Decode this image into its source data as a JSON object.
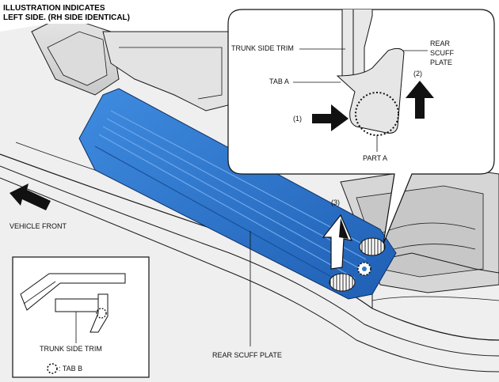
{
  "header": {
    "line1": "ILLUSTRATION INDICATES",
    "line2": "LEFT SIDE. (RH SIDE IDENTICAL)"
  },
  "callout": {
    "trunk_side_trim": "TRUNK SIDE TRIM",
    "rear_scuff_plate_1": "REAR",
    "rear_scuff_plate_2": "SCUFF",
    "rear_scuff_plate_3": "PLATE",
    "tab_a": "TAB A",
    "step_1": "(1)",
    "step_2": "(2)",
    "part_a": "PART A"
  },
  "main": {
    "step_3": "(3)",
    "vehicle_front": "VEHICLE FRONT",
    "rear_scuff_plate": "REAR SCUFF PLATE"
  },
  "inset": {
    "trunk_side_trim": "TRUNK SIDE TRIM",
    "tab_b": ": TAB B"
  },
  "colors": {
    "scuff_plate": "#2f78cf",
    "scuff_plate_dark": "#1c56a6",
    "body_gray": "#d9d9d9",
    "line": "#1a1a1a"
  }
}
